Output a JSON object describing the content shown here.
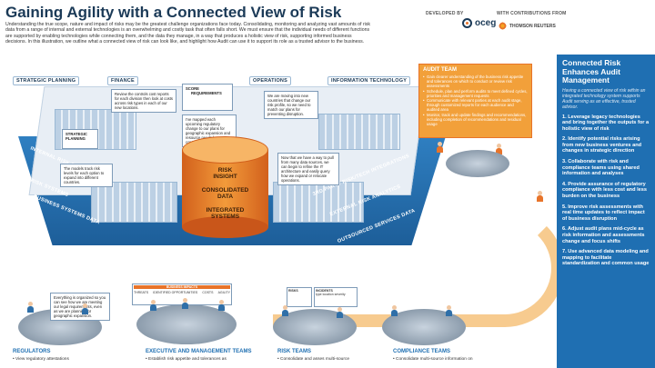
{
  "header": {
    "title": "Gaining Agility with a Connected View of Risk",
    "intro": "Understanding the true scope, nature and impact of risks may be the greatest challenge organizations face today. Consolidating, monitoring and analyzing vast amounts of risk data from a range of internal and external technologies is an overwhelming and costly task that often falls short. We must ensure that the individual needs of different functions are supported by enabling technologies while connecting them, and the data they manage, in a way that produces a holistic view of risk, supporting informed business decisions. In this illustration, we outline what a connected view of risk can look like, and highlight how Audit can use it to support its role as a trusted advisor to the business."
  },
  "logos": {
    "developed_by": "DEVELOPED BY",
    "oceg": "oceg",
    "contributions": "WITH CONTRIBUTIONS FROM",
    "thomson": "THOMSON REUTERS"
  },
  "sections": {
    "strategic_planning": "STRATEGIC PLANNING",
    "finance": "FINANCE",
    "operations": "OPERATIONS",
    "it": "INFORMATION TECHNOLOGY"
  },
  "side_labels": {
    "internal": "INTERNAL RISK DATA SOURCES",
    "risk_systems": "RISK SYSTEMS",
    "business": "BUSINESS SYSTEMS DATA",
    "third_party": "3RD PARTY RISK/TECH INTEGRATIONS",
    "external": "EXTERNAL RISK ANALYTICS",
    "outsourced": "OUTSOURCED SERVICES DATA"
  },
  "cylinder": {
    "line1": "RISK",
    "line2": "INSIGHT",
    "line3": "CONSOLIDATED",
    "line4": "DATA",
    "line5": "INTEGRATED",
    "line6": "SYSTEMS"
  },
  "callouts": {
    "finance": "Review the controls cost reports for each division then look at costs across risk types in each of our new locations.",
    "score": "SCORE",
    "requirements": "REQUIREMENTS",
    "mapped": "I've mapped each upcoming regulatory change to our plans for geographic expansion and resource needs for new controls.",
    "operations": "We are moving into new countries that change our risk profile, so we need to match our plans for preventing disruption.",
    "strategic_screen": "STRATEGIC PLANNING",
    "models": "The models track risk levels for each option to expand into different countries.",
    "it": "Now that we have a way to pull from many data sources, we can begin to refine the IT architecture and easily query how we expand or relocate operations."
  },
  "audit": {
    "title": "AUDIT TEAM",
    "items": [
      "Gain clearer understanding of the business risk appetite and tolerances on which to conduct or review risk assessments",
      "Schedule, plan and perform audits to meet defined cycles, priorities and management requests",
      "Communicate with relevant parties at each audit stage, through customized reports for each audience and audited area",
      "Monitor, track and update findings and recommendations, including completion of recommendations and residual usage"
    ]
  },
  "panel": {
    "title": "Connected Risk Enhances Audit Management",
    "subtitle": "Having a connected view of risk within an integrated technology system supports Audit serving as an effective, trusted advisor.",
    "items": [
      "1. Leverage legacy technologies and bring together the outputs for a holistic view of risk",
      "2. Identify potential risks arising from new business ventures and changes in strategic direction",
      "3. Collaborate with risk and compliance teams using shared information and analyses",
      "4. Provide assurance of regulatory compliance with less cost and less burden on the business",
      "5. Improve risk assessments with real time updates to reflect impact of business disruption",
      "6. Adjust audit plans mid-cycle as risk information and assessments change and focus shifts",
      "7. Use advanced data modeling and mapping to facilitate standardization and common usage"
    ]
  },
  "teams": {
    "regulators": {
      "label": "REGULATORS",
      "desc": "View regulatory attestations"
    },
    "executive": {
      "label": "EXECUTIVE AND MANAGEMENT TEAMS",
      "desc": "Establish risk appetite and tolerances as"
    },
    "risk": {
      "label": "RISK TEAMS",
      "desc": "Consolidate and asses multi-source"
    },
    "compliance": {
      "label": "COMPLIANCE TEAMS",
      "desc": "Consolidate multi-source information on"
    }
  },
  "team_callouts": {
    "regulators": "Everything is organized so you can see how we are meeting our legal requirements, even as we are planning for geographic expansion.",
    "exec_screen": "BUSINESS IMPACTS",
    "exec_cols": [
      "THREATS",
      "IDENTIFIED OPPORTUNITIES",
      "COSTS",
      "AGILITY"
    ],
    "risks": "RISKS",
    "incidents": "INCIDENTS",
    "incidents_sub": "type  location  severity"
  },
  "colors": {
    "navy": "#1b3a57",
    "blue": "#1f6fb2",
    "orange": "#e8742a",
    "light_orange": "#f2a03a"
  }
}
